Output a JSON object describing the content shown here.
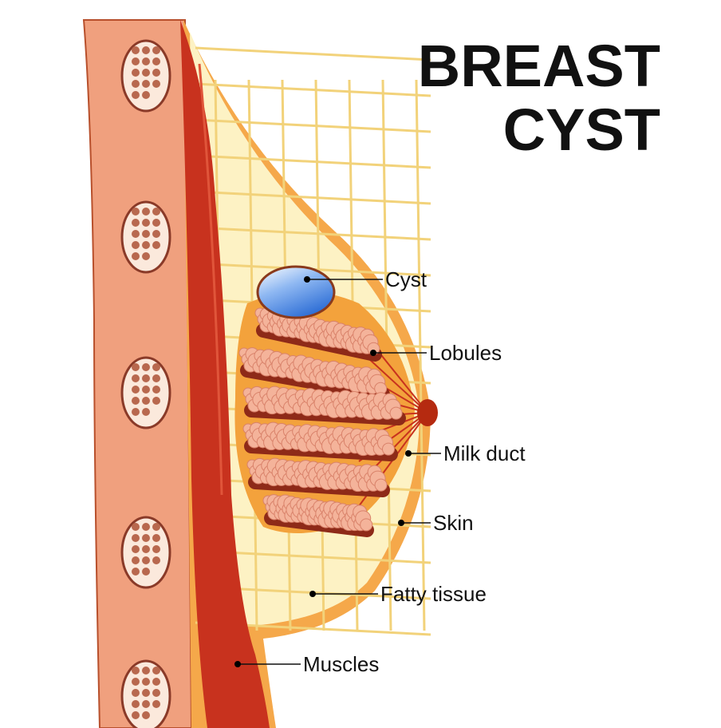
{
  "title": {
    "line1": "BREAST",
    "line2": "CYST"
  },
  "labels": {
    "cyst": "Cyst",
    "lobules": "Lobules",
    "milk_duct": "Milk duct",
    "skin": "Skin",
    "fatty_tissue": "Fatty tissue",
    "muscles": "Muscles"
  },
  "colors": {
    "ribcage": "#f0a07e",
    "muscle": "#c8321e",
    "fat": "#fdf2c4",
    "skin": "#f5a84a",
    "lobule": "#f4b39a",
    "cyst": "#4f8ee6",
    "nipple": "#b52a10"
  }
}
